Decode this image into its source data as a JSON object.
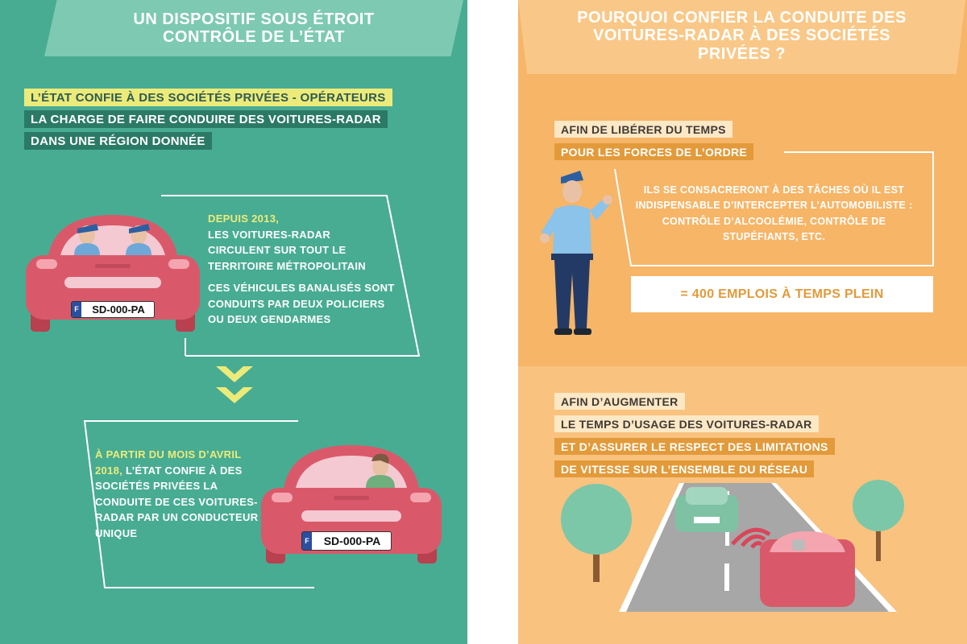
{
  "left": {
    "title_line1": "UN DISPOSITIF SOUS ÉTROIT",
    "title_line2": "CONTRÔLE DE L’ÉTAT",
    "highlight1": "L’ÉTAT CONFIE À DES SOCIÉTÉS PRIVÉES - OPÉRATEURS",
    "highlight2": "LA CHARGE DE FAIRE CONDUIRE DES VOITURES-RADAR",
    "highlight3": "DANS UNE RÉGION DONNÉE",
    "since_label": "DEPUIS 2013,",
    "since_text": "LES VOITURES-RADAR CIRCULENT SUR TOUT LE TERRITOIRE MÉTROPOLITAIN",
    "vehicles_text": "CES VÉHICULES BANALISÉS SONT CONDUITS PAR DEUX POLICIERS OU DEUX GENDARMES",
    "april_label": "À PARTIR DU MOIS D’AVRIL 2018,",
    "april_text": " L’ÉTAT CONFIE À DES SOCIÉTÉS PRIVÉES LA CONDUITE DE CES VOITURES-RADAR PAR UN CONDUCTEUR UNIQUE",
    "plate_top": "SD-000-PA",
    "plate_bottom": "SD-000-PA",
    "plate_country": "F"
  },
  "right": {
    "title_line1": "POURQUOI CONFIER LA CONDUITE DES",
    "title_line2": "VOITURES-RADAR À DES SOCIÉTÉS",
    "title_line3": "PRIVÉES ?",
    "liberer1": "AFIN DE LIBÉRER DU TEMPS",
    "liberer2": "POUR LES FORCES DE L’ORDRE",
    "police_text": "ILS SE CONSACRERONT À DES TÂCHES OÙ IL EST INDISPENSABLE D’INTERCEPTER L’AUTOMOBILISTE : CONTRÔLE D’ALCOOLÉMIE, CONTRÔLE DE STUPÉFIANTS, ETC.",
    "emplois": "= 400 EMPLOIS À TEMPS PLEIN",
    "augmenter1": "AFIN D’AUGMENTER",
    "augmenter2": "LE TEMPS D’USAGE DES VOITURES-RADAR",
    "augmenter3": "ET D’ASSURER LE RESPECT DES LIMITATIONS",
    "augmenter4": "DE VITESSE SUR L’ENSEMBLE DU RÉSEAU"
  },
  "colors": {
    "left_bg": "#48ac92",
    "right_bg": "#f6b567",
    "car_red": "#d9596a",
    "highlight_yellow": "#eceb7a",
    "highlight_dark_green": "#2b7a66",
    "highlight_orange": "#e39a3a"
  },
  "icons": [
    "police-car-icon",
    "civilian-car-icon",
    "down-chevron-icon",
    "police-officer-icon",
    "road-icon",
    "tree-icon",
    "radar-wave-icon"
  ]
}
